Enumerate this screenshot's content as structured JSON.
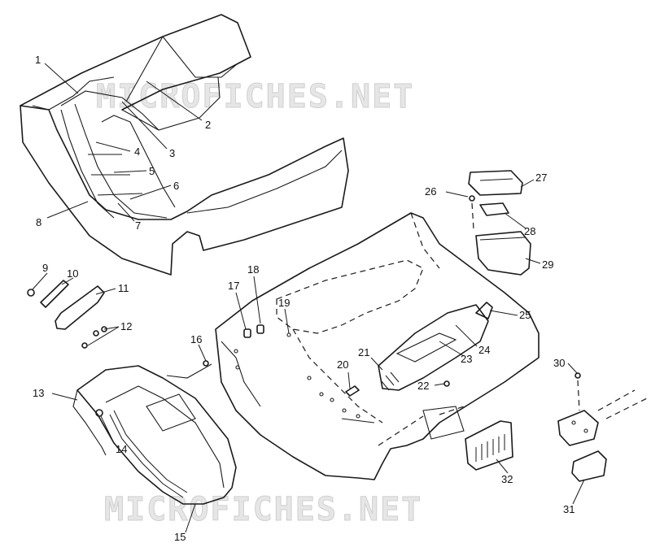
{
  "watermark": {
    "text": "MICROFICHES.NET",
    "color": "#d9d9d9"
  },
  "line_color": "#1a1a1a",
  "callouts": [
    "1",
    "2",
    "3",
    "4",
    "5",
    "6",
    "7",
    "8",
    "9",
    "10",
    "11",
    "12",
    "13",
    "14",
    "15",
    "16",
    "17",
    "18",
    "19",
    "20",
    "21",
    "22",
    "23",
    "24",
    "25",
    "26",
    "27",
    "28",
    "29",
    "30",
    "31",
    "32"
  ]
}
